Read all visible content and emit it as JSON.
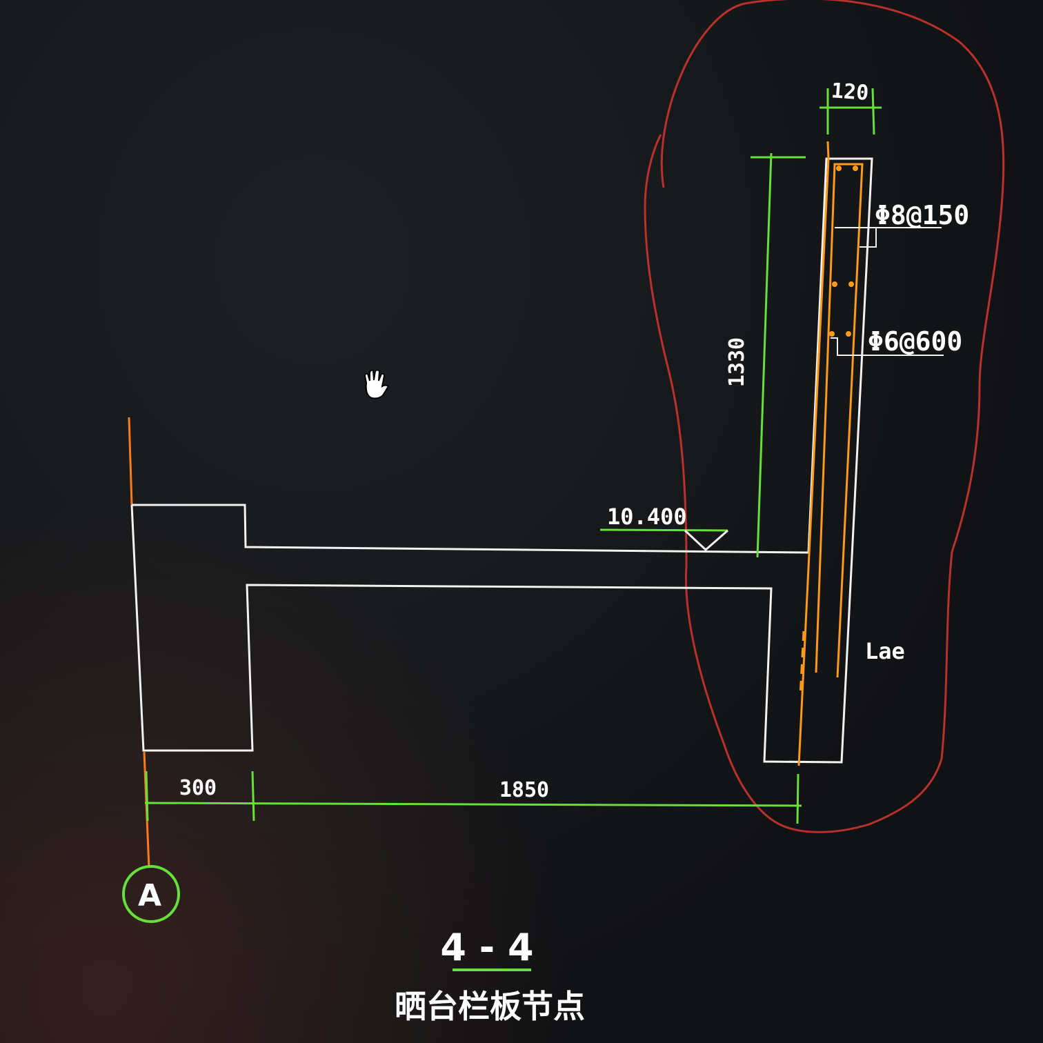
{
  "drawing": {
    "title": "4 - 4",
    "subtitle": "晒台栏板节点",
    "axis_label": "A",
    "elevation": "10.400",
    "dimensions": {
      "width_120": "120",
      "height_1330": "1330",
      "left_300": "300",
      "span_1850": "1850"
    },
    "rebar": {
      "main": "Φ8@150",
      "tie": "Φ6@600",
      "anchor": "Lae"
    }
  },
  "colors": {
    "outline": "#f2f2f2",
    "dimension": "#66e03a",
    "rebar": "#ff9a1a",
    "markup": "#b8312c"
  },
  "cursor": "hand-cursor-icon"
}
